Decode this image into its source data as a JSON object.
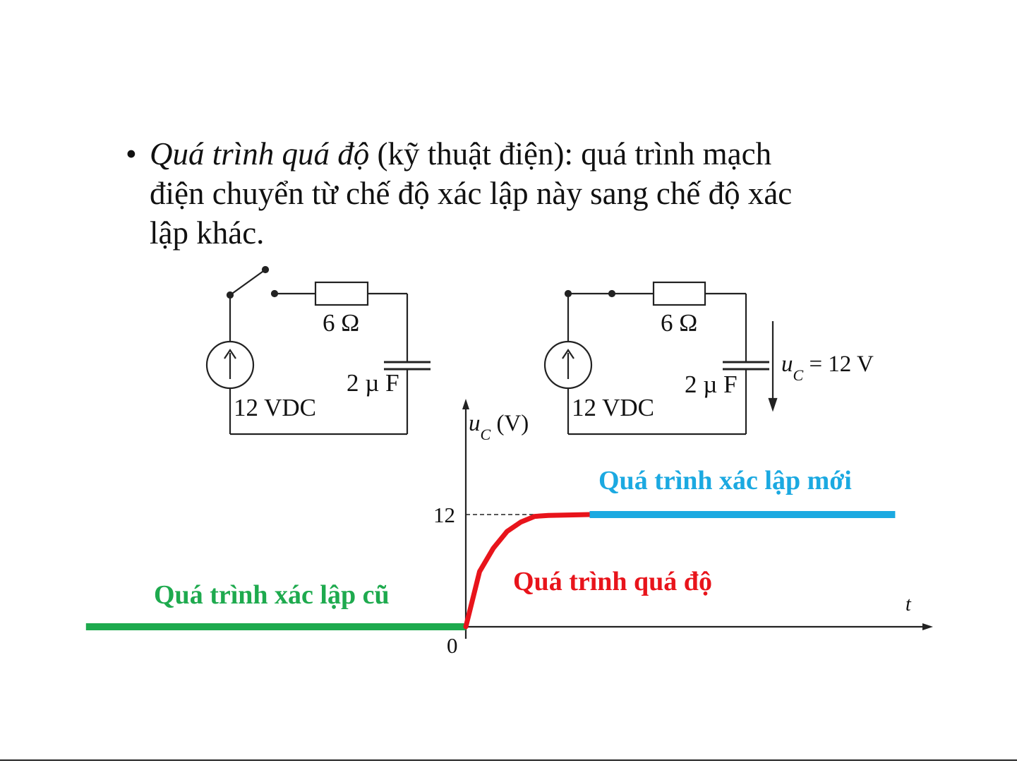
{
  "bullet": {
    "marker": "•",
    "term": "Quá trình quá độ",
    "rest_line1": " (kỹ thuật điện): quá trình mạch",
    "line2": "điện chuyển từ chế độ xác lập này sang chế độ xác",
    "line3": "lập khác."
  },
  "circuit_left": {
    "resistor_label": "6 Ω",
    "capacitor_label": "2 µ F",
    "source_label": "12 VDC"
  },
  "circuit_right": {
    "resistor_label": "6 Ω",
    "capacitor_label": "2 µ F",
    "source_label": "12 VDC",
    "voltage_symbol": "u",
    "voltage_subscript": "C",
    "voltage_value": " = 12  V"
  },
  "chart_data": {
    "type": "line",
    "ylabel_symbol": "u",
    "ylabel_subscript": "C",
    "ylabel_unit": " (V)",
    "xlabel": "t",
    "y_ticks": [
      "12",
      "0"
    ],
    "series": [
      {
        "name": "Quá trình xác lập cũ",
        "color": "#1eaa4e",
        "points": [
          [
            -2.76,
            0
          ],
          [
            0,
            0
          ]
        ]
      },
      {
        "name": "Quá trình quá độ",
        "color": "#e8141b",
        "points": [
          [
            0,
            0
          ],
          [
            0.1,
            5.9
          ],
          [
            0.2,
            8.4
          ],
          [
            0.3,
            10.2
          ],
          [
            0.4,
            11.2
          ],
          [
            0.5,
            11.8
          ],
          [
            0.6,
            11.9
          ],
          [
            0.9,
            12
          ]
        ]
      },
      {
        "name": "Quá trình xác lập mới",
        "color": "#1ba9e1",
        "points": [
          [
            0.9,
            12
          ],
          [
            3.12,
            12
          ]
        ]
      }
    ],
    "asymptote": 12,
    "xlim": [
      -2.76,
      3.42
    ],
    "ylim": [
      0,
      16
    ]
  }
}
